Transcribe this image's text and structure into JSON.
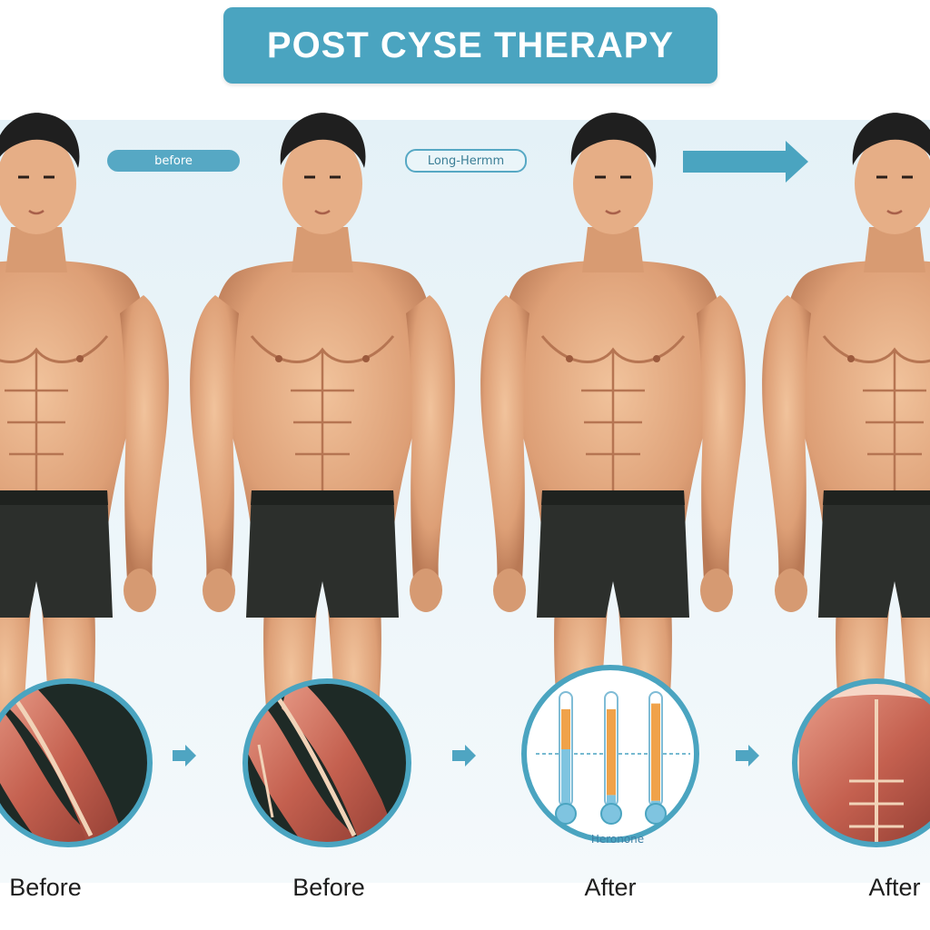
{
  "title": "POST CYSE THERAPY",
  "pills": {
    "first": "before",
    "second": "Long-Hermm"
  },
  "captions": [
    "Before",
    "Before",
    "After",
    "After"
  ],
  "hormone_label": "Heronone",
  "colors": {
    "banner": "#4aa4c0",
    "pill": "#56a8c4",
    "skin": "#e0a57c",
    "shorts": "#2c2f2c",
    "muscle": "#c9685a",
    "ring": "#4aa4c0",
    "gauge_fill_orange": "#f0a24a",
    "gauge_fill_blue": "#7fc4e0"
  },
  "gauges": [
    {
      "orange_level": 0.35,
      "blue_level": 0.5
    },
    {
      "orange_level": 0.75,
      "blue_level": 0.1
    },
    {
      "orange_level": 0.85,
      "blue_level": 0.05
    }
  ],
  "icons": [
    "arrow-right-icon",
    "arrow-right-icon",
    "arrow-right-icon",
    "arrow-right-icon"
  ]
}
